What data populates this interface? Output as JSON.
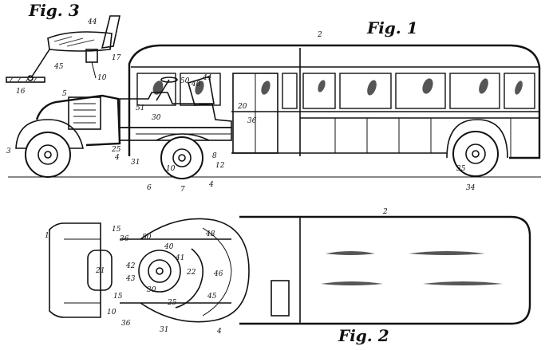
{
  "figures": {
    "fig1": {
      "label": "Fig. 1"
    },
    "fig2": {
      "label": "Fig. 2"
    },
    "fig3": {
      "label": "Fig. 3"
    }
  },
  "reference_numerals": {
    "fig1": [
      "2",
      "5",
      "3",
      "50",
      "40",
      "44",
      "51",
      "30",
      "20",
      "36",
      "25",
      "4",
      "31",
      "6",
      "10",
      "8",
      "12",
      "7",
      "4",
      "35",
      "34"
    ],
    "fig2": [
      "2",
      "1",
      "15",
      "36",
      "50",
      "48",
      "40",
      "41",
      "21",
      "22",
      "42",
      "43",
      "46",
      "45",
      "30",
      "15",
      "25",
      "10",
      "36",
      "31",
      "4"
    ],
    "fig3": [
      "44",
      "17",
      "45",
      "16",
      "10"
    ]
  }
}
